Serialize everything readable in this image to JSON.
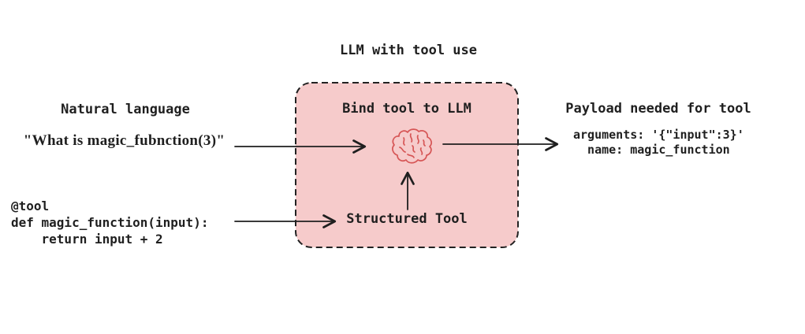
{
  "title": "LLM with tool use",
  "colors": {
    "box_fill": "#f6cbcb",
    "box_border": "#222222",
    "brain": "#d65555",
    "ink": "#1f1f1f"
  },
  "left": {
    "heading": "Natural language",
    "quote": "\"What is magic_fubnction(3)\"",
    "code": "@tool\ndef magic_function(input):\n    return input + 2"
  },
  "llm_box": {
    "heading": "Bind tool to LLM",
    "icon": "brain-icon",
    "tool_label": "Structured Tool"
  },
  "right": {
    "heading": "Payload needed for tool",
    "payload_lines": [
      "arguments: '{\"input\":3}'",
      "  name: magic_function"
    ]
  }
}
